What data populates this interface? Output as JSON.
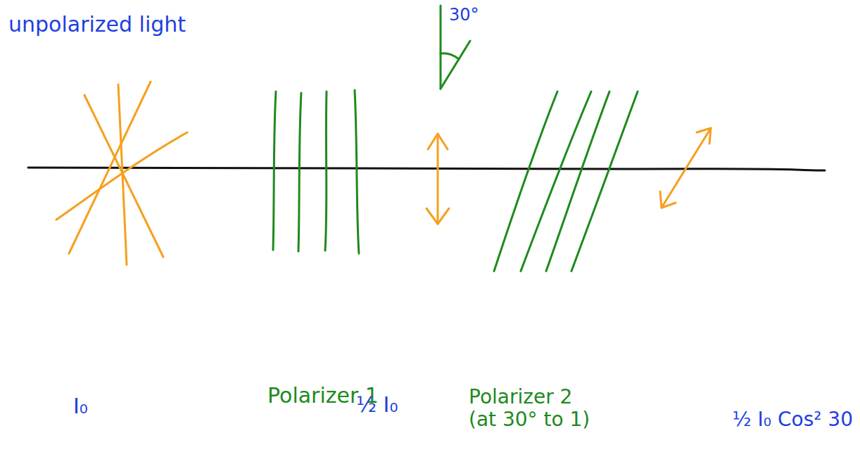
{
  "diagram": {
    "labels": [
      "unpolarized light",
      "30°",
      "Polarizer 1",
      "Polarizer 2 (at 30° to 1)",
      "I₀",
      "½ I₀",
      "½ I₀ Cos² 30"
    ]
  }
}
